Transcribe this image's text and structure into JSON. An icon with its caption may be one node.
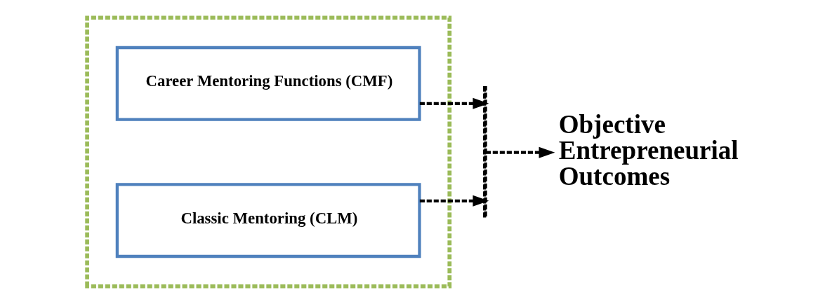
{
  "diagram": {
    "nodes": [
      {
        "text": [],
        "shape": "box"
      },
      {
        "text": [
          "Career Mentoring Functions (CMF)"
        ],
        "in": 0
      },
      {
        "text": [
          "Classic Mentoring (CLM)"
        ],
        "in": 0
      },
      {
        "text": [],
        "shape": "bar"
      },
      {
        "text": [
          "Objective Entrepreneurial Outcomes"
        ]
      }
    ],
    "edges": [
      {
        "from": 1,
        "to": 3,
        "arrow": "to",
        "style": "dashed"
      },
      {
        "from": 2,
        "to": 3,
        "arrow": "to",
        "style": "dashed"
      },
      {
        "from": 3,
        "to": 4,
        "arrow": "to",
        "style": "dashed"
      }
    ]
  }
}
